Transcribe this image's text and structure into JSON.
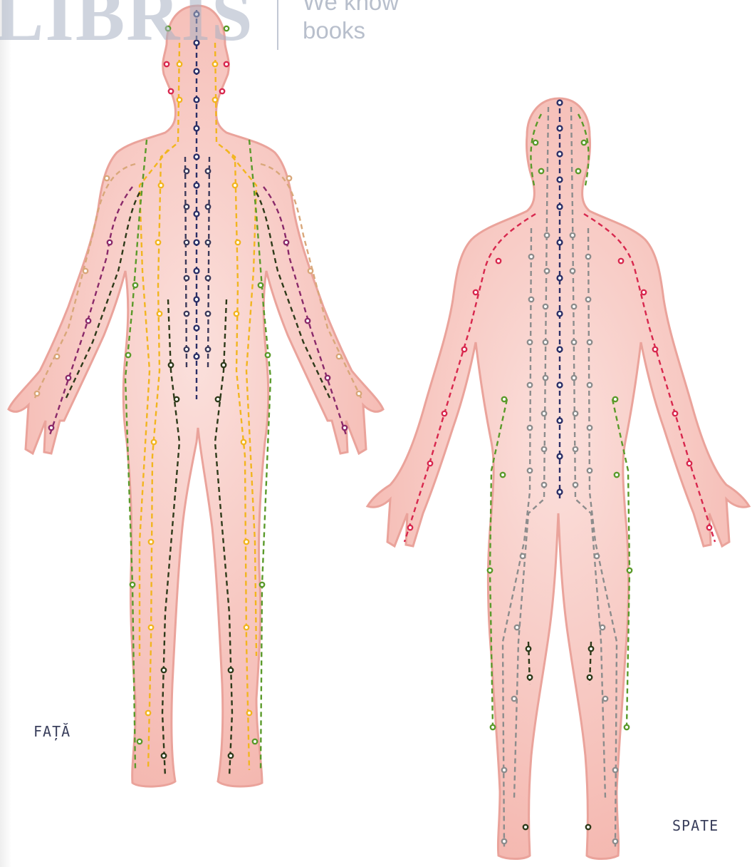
{
  "watermark": {
    "logo_text": "LIBRIS",
    "tagline_line1": "We know",
    "tagline_line2": "books"
  },
  "views": {
    "front_label": "FAȚĂ",
    "back_label": "SPATE"
  },
  "colors": {
    "skin": "#f6c1bb",
    "skin_edge": "#e89a92",
    "meridian_yellow": "#f2b51f",
    "meridian_green": "#5a9a2a",
    "meridian_dark": "#2e3a1a",
    "meridian_navy": "#2b2f66",
    "meridian_grey": "#8c8c8c",
    "meridian_red": "#d8284e",
    "meridian_purple": "#8a2a6a",
    "meridian_tan": "#d9a77a",
    "label_text": "#3a3f5c"
  },
  "legend_icons": [
    "acupoint-dot-icon",
    "meridian-line-icon"
  ]
}
